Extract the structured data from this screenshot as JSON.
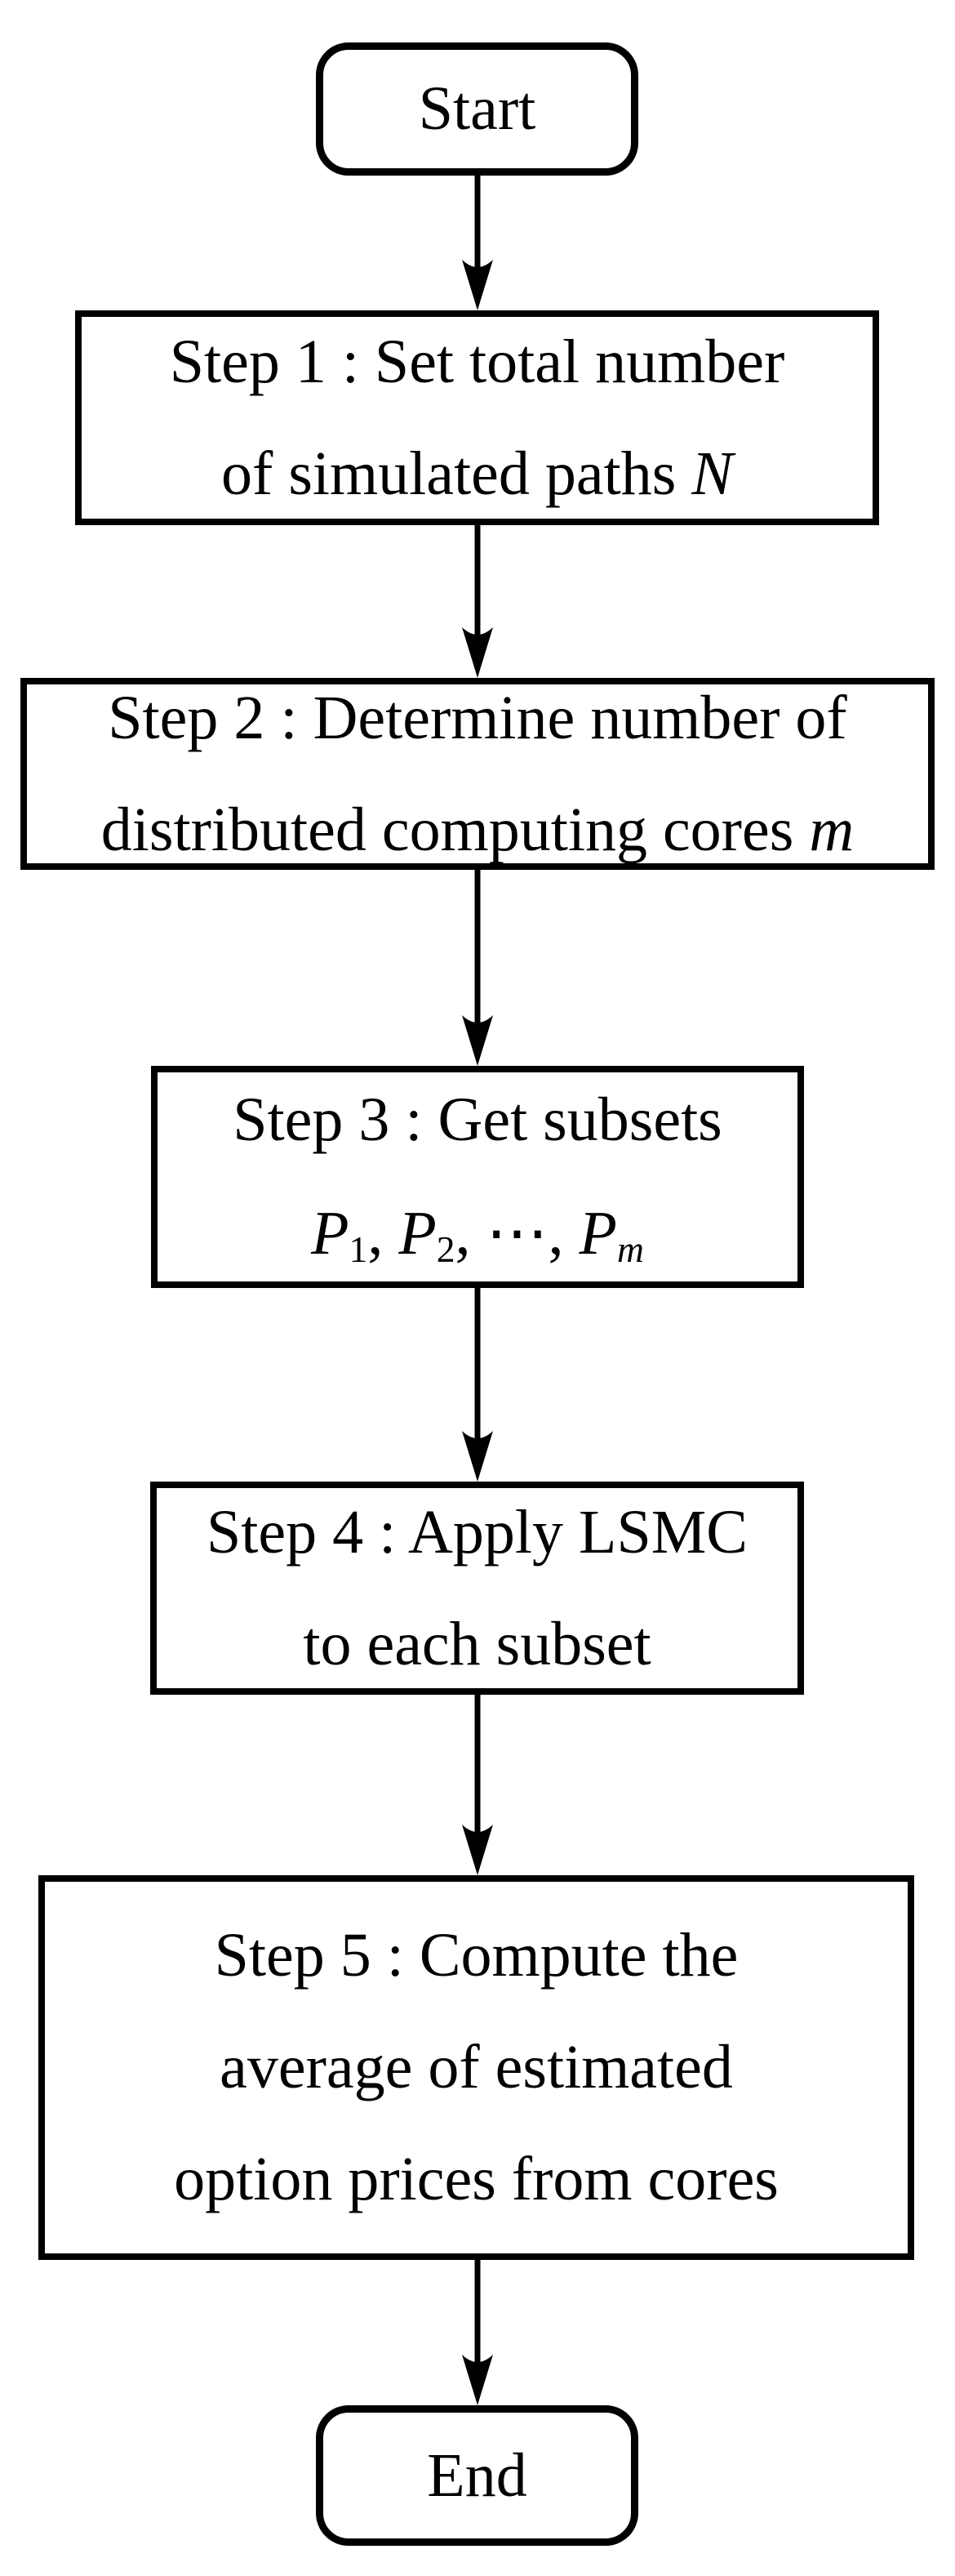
{
  "diagram": {
    "kind": "flowchart",
    "colors": {
      "stroke": "#000000",
      "background": "#ffffff",
      "text": "#000000"
    },
    "nodes": {
      "start": {
        "type": "terminator",
        "lines": [
          [
            {
              "t": "Start"
            }
          ]
        ]
      },
      "step1": {
        "type": "process",
        "lines": [
          [
            {
              "t": "Step 1 : Set total number"
            }
          ],
          [
            {
              "t": "of simulated paths "
            },
            {
              "t": "N",
              "i": true
            }
          ]
        ]
      },
      "step2": {
        "type": "process",
        "lines": [
          [
            {
              "t": "Step 2 : Determine number of"
            }
          ],
          [
            {
              "t": "distributed computing cores "
            },
            {
              "t": "m",
              "i": true
            }
          ]
        ]
      },
      "step3": {
        "type": "process",
        "lines": [
          [
            {
              "t": "Step 3 : Get subsets"
            }
          ],
          [
            {
              "t": "P",
              "i": true
            },
            {
              "t": "1",
              "s": true
            },
            {
              "t": ", "
            },
            {
              "t": "P",
              "i": true
            },
            {
              "t": "2",
              "s": true
            },
            {
              "t": ", "
            },
            {
              "t": "⋯",
              "c": "dots"
            },
            {
              "t": ", "
            },
            {
              "t": "P",
              "i": true
            },
            {
              "t": "m",
              "i": true,
              "s": true
            }
          ]
        ]
      },
      "step4": {
        "type": "process",
        "lines": [
          [
            {
              "t": "Step 4 : Apply LSMC"
            }
          ],
          [
            {
              "t": "to each subset"
            }
          ]
        ]
      },
      "step5": {
        "type": "process",
        "lines": [
          [
            {
              "t": "Step 5 : Compute the"
            }
          ],
          [
            {
              "t": "average of estimated"
            }
          ],
          [
            {
              "t": "option prices from cores"
            }
          ]
        ]
      },
      "end": {
        "type": "terminator",
        "lines": [
          [
            {
              "t": "End"
            }
          ]
        ]
      }
    },
    "connections": [
      {
        "from": "start",
        "to": "step1"
      },
      {
        "from": "step1",
        "to": "step2"
      },
      {
        "from": "step2",
        "to": "step3"
      },
      {
        "from": "step3",
        "to": "step4"
      },
      {
        "from": "step4",
        "to": "step5"
      },
      {
        "from": "step5",
        "to": "end"
      }
    ]
  }
}
